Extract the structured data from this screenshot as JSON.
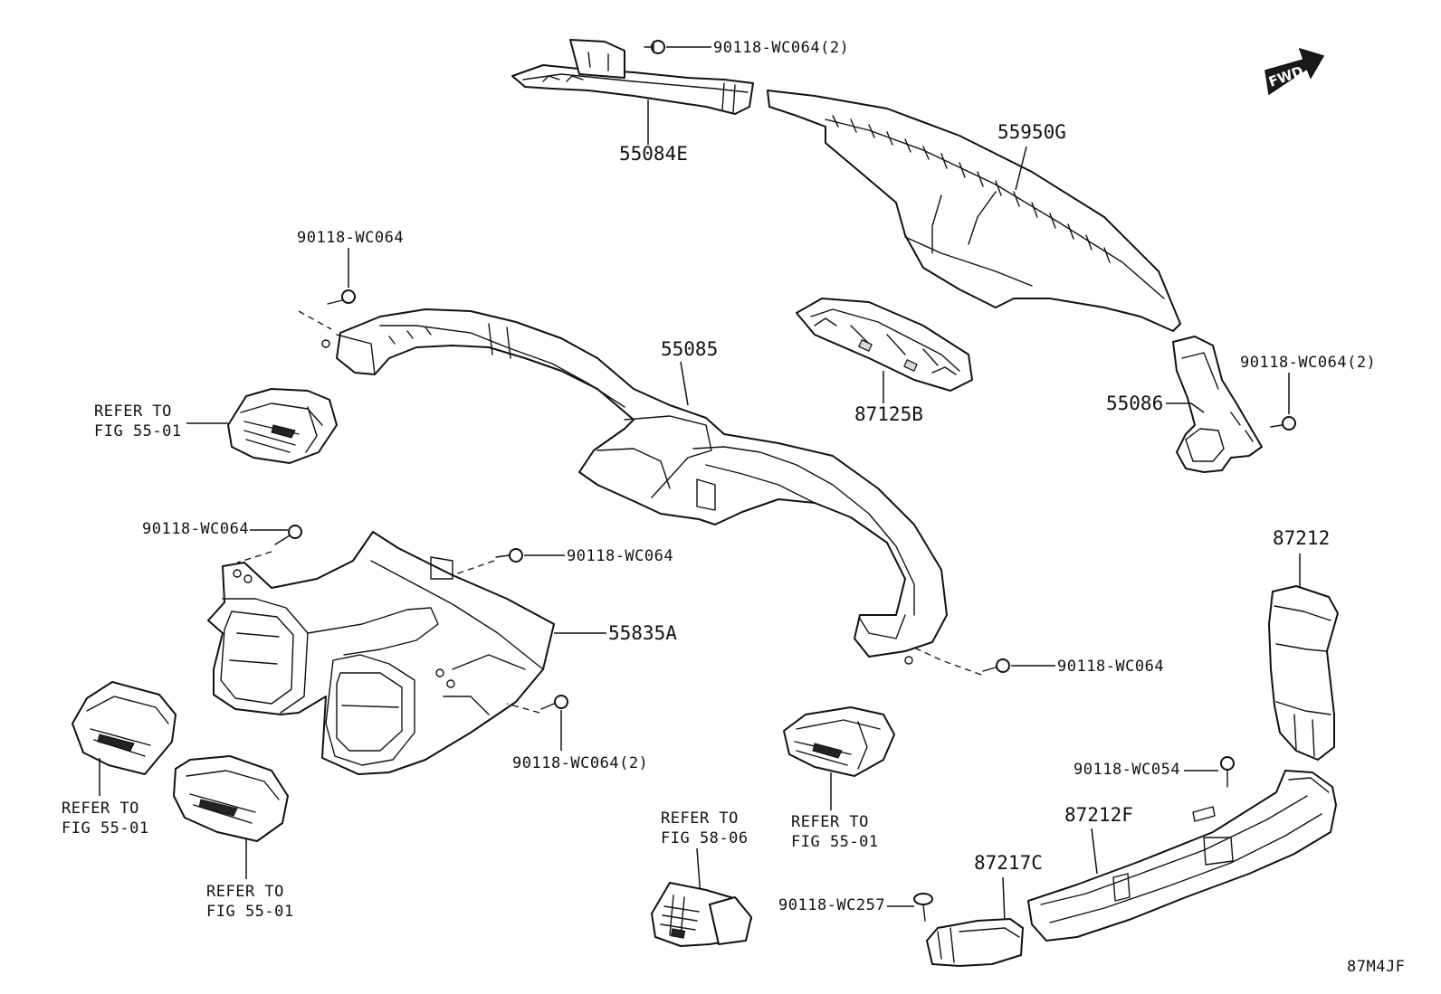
{
  "diagram_code": "87M4JF",
  "fwd_label": "FWD",
  "parts": {
    "p55084E": "55084E",
    "p55950G": "55950G",
    "p55085": "55085",
    "p87125B": "87125B",
    "p55086": "55086",
    "p55835A": "55835A",
    "p87212": "87212",
    "p87212F": "87212F",
    "p87217C": "87217C"
  },
  "screws": {
    "s_top": "90118-WC064(2)",
    "s_left_upper": "90118-WC064",
    "s_right_55086": "90118-WC064(2)",
    "s_left_mid": "90118-WC064",
    "s_center_mid": "90118-WC064",
    "s_right_mid": "90118-WC064",
    "s_center_low": "90118-WC064(2)",
    "s_wc054": "90118-WC054",
    "s_wc257": "90118-WC257"
  },
  "refs": {
    "r1_line1": "REFER TO",
    "r1_line2": "FIG 55-01",
    "r2_line1": "REFER TO",
    "r2_line2": "FIG 55-01",
    "r3_line1": "REFER TO",
    "r3_line2": "FIG 55-01",
    "r4_line1": "REFER TO",
    "r4_line2": "FIG 58-06",
    "r5_line1": "REFER TO",
    "r5_line2": "FIG 55-01"
  }
}
